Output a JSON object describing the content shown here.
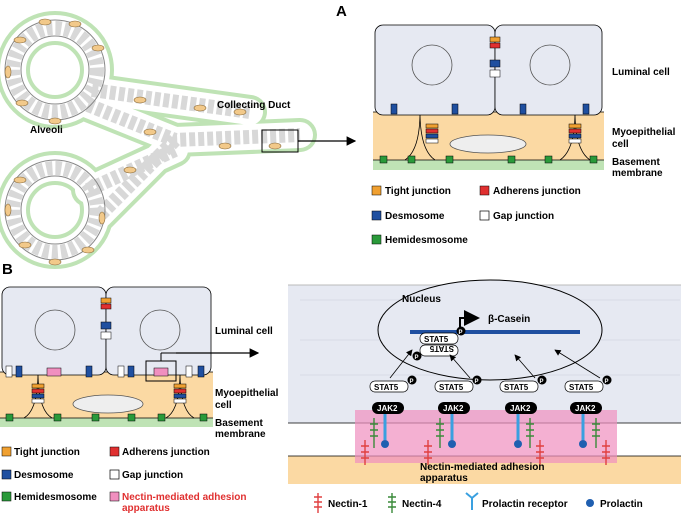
{
  "panel_a": {
    "letter": "A",
    "gland_labels": {
      "alveoli": "Alveoli",
      "duct": "Collecting Duct"
    },
    "cell_labels": {
      "luminal": "Luminal cell",
      "myo1": "Myoepithelial",
      "myo2": "cell",
      "bm1": "Basement",
      "bm2": "membrane"
    },
    "legend": {
      "tight": "Tight junction",
      "adherens": "Adherens junction",
      "desmosome": "Desmosome",
      "gap": "Gap junction",
      "hemi": "Hemidesmosome"
    }
  },
  "panel_b": {
    "letter": "B",
    "cell_labels": {
      "luminal": "Luminal cell",
      "myo1": "Myoepithelial",
      "myo2": "cell",
      "bm1": "Basement",
      "bm2": "membrane"
    },
    "legend": {
      "tight": "Tight junction",
      "adherens": "Adherens junction",
      "desmosome": "Desmosome",
      "gap": "Gap junction",
      "hemi": "Hemidesmosome",
      "nectin_app1": "Nectin-mediated adhesion",
      "nectin_app2": "apparatus"
    },
    "zoom": {
      "nucleus": "Nucleus",
      "casein": "β-Casein",
      "stat5": "STAT5",
      "p": "P",
      "jak2": "JAK2",
      "apparatus1": "Nectin-mediated adhesion",
      "apparatus2": "apparatus"
    },
    "bottom_legend": {
      "nectin1": "Nectin-1",
      "nectin4": "Nectin-4",
      "prl_receptor": "Prolactin receptor",
      "prolactin": "Prolactin"
    }
  },
  "colors": {
    "tight": "#f0a030",
    "adherens": "#e03030",
    "desmosome": "#1f4fa0",
    "gap": "#ffffff",
    "hemi": "#2a9a3a",
    "nectin_app": "#f08fbf",
    "luminal_fill": "#e6e9f2",
    "myo_fill": "#fbd9a3",
    "bm_fill": "#bfe3b5",
    "nectin1": "#e04040",
    "nectin4": "#3a8a3a",
    "prl_receptor": "#3aa0e0",
    "prolactin": "#1f5fb0"
  }
}
